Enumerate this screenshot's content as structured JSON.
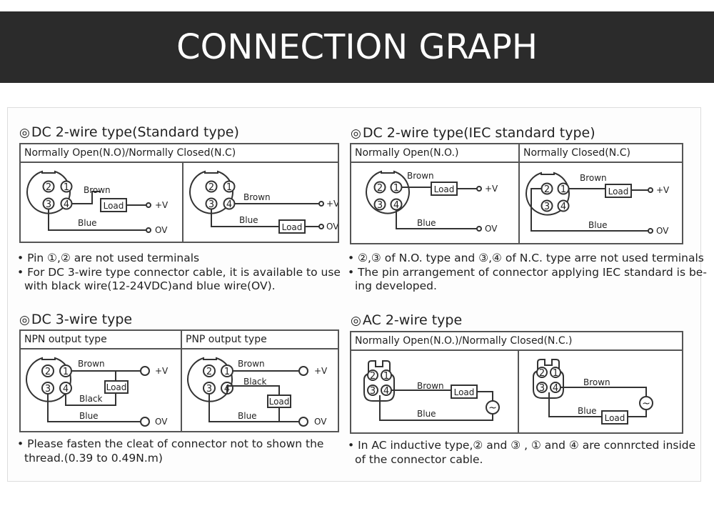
{
  "banner": {
    "title": "CONNECTION GRAPH"
  },
  "common": {
    "section_mark": "◎",
    "load": "Load",
    "plus_v": "+V",
    "zero_v": "OV",
    "brown": "Brown",
    "blue": "Blue",
    "black": "Black",
    "ac_symbol": "~",
    "bullet": "•"
  },
  "dc2_std": {
    "title": "DC 2-wire type(Standard type)",
    "header": "Normally Open(N.O)/Normally Closed(N.C)",
    "notes": [
      "Pin ①,② are not used terminals",
      "For DC 3-wire type connector cable, it is available to use",
      "with black wire(12-24VDC)and blue wire(OV)."
    ]
  },
  "dc2_iec": {
    "title": "DC 2-wire type(IEC standard type)",
    "header_left": "Normally Open(N.O.)",
    "header_right": "Normally Closed(N.C)",
    "notes": [
      "②,③ of N.O. type and ③,④ of N.C. type arre not used terminals",
      "The pin arrangement of connector applying IEC standard is be-",
      "ing developed."
    ]
  },
  "dc3": {
    "title": "DC 3-wire type",
    "header_left": "NPN output type",
    "header_right": "PNP output type",
    "notes": [
      "Please fasten the cleat of connector not to shown the",
      "thread.(0.39 to 0.49N.m)"
    ]
  },
  "ac2": {
    "title": "AC 2-wire type",
    "header": "Normally Open(N.O.)/Normally Closed(N.C.)",
    "notes": [
      "In AC inductive type,② and ③ , ① and ④ are connrcted inside",
      "of the connector cable."
    ]
  },
  "pins": {
    "p1": "1",
    "p2": "2",
    "p3": "3",
    "p4": "4"
  }
}
